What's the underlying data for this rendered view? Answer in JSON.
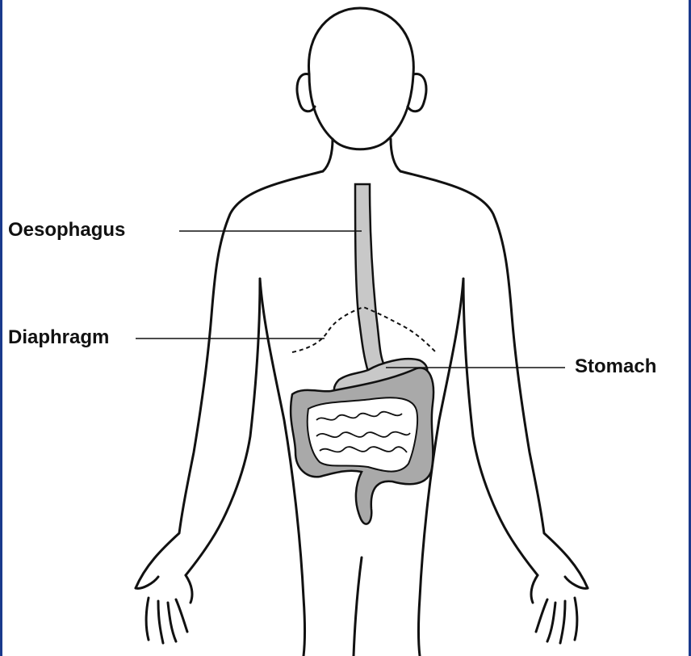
{
  "diagram": {
    "labels": {
      "oesophagus": "Oesophagus",
      "diaphragm": "Diaphragm",
      "stomach": "Stomach"
    },
    "colors": {
      "outline": "#111111",
      "organ_fill": "#c8c8c8",
      "organ_fill_dark": "#a9a9a9",
      "border_accent": "#1a3a8c"
    }
  }
}
